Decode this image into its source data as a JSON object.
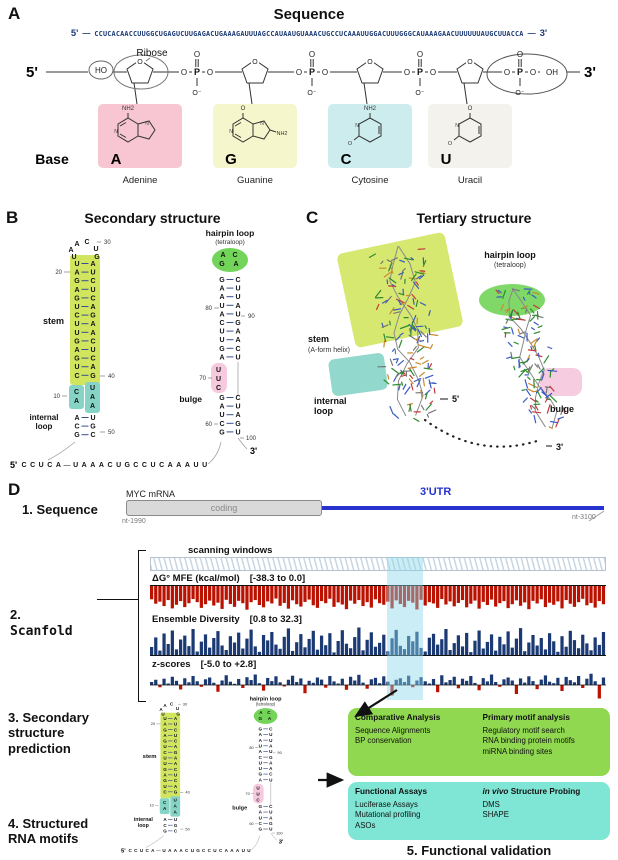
{
  "figure": {
    "panel_labels": {
      "a": "A",
      "b": "B",
      "c": "C",
      "d": "D"
    }
  },
  "panel_a": {
    "title": "Sequence",
    "five_prime": "5'",
    "three_prime": "3'",
    "dash": "—",
    "sequence": "CCUCACAACCUUGGCUGAGUCUUGAGACUGAAAGAUUUAGCCAUAAUGUAAACUGCCUCAAAUUGGACUUUGGGCAUAAAGAACUUUUUUAUGCUUACCA",
    "ribose_label": "Ribose",
    "base_label": "Base",
    "atoms": {
      "o": "O",
      "p": "P",
      "oh": "OH",
      "ho": "HO",
      "o_minus": "O⁻",
      "n": "N"
    },
    "bases": [
      {
        "letter": "A",
        "name": "Adenine",
        "color": "#f7c6d2",
        "type": "purine",
        "decor": {
          "top": "NH2"
        }
      },
      {
        "letter": "G",
        "name": "Guanine",
        "color": "#f6f6cd",
        "type": "purine",
        "decor": {
          "top": "O",
          "side": "NH2"
        }
      },
      {
        "letter": "C",
        "name": "Cytosine",
        "color": "#cdeced",
        "type": "pyrimidine",
        "decor": {
          "top": "NH2",
          "side": "O"
        }
      },
      {
        "letter": "U",
        "name": "Uracil",
        "color": "#f3f2ec",
        "type": "pyrimidine",
        "decor": {
          "top": "O",
          "side": "O"
        }
      }
    ]
  },
  "panel_b": {
    "title": "Secondary structure",
    "labels": {
      "stem": "stem",
      "internal_1": "internal",
      "internal_2": "loop",
      "hairpin": "hairpin loop",
      "tetraloop": "(tetraloop)",
      "bulge": "bulge",
      "five_prime": "5'",
      "three_prime": "3'"
    },
    "numbers": [
      "10",
      "20",
      "30",
      "40",
      "50",
      "60",
      "70",
      "80",
      "90",
      "100"
    ],
    "colors": {
      "stem": "#cde24e",
      "internal": "#86d4c6",
      "hairpin": "#72d458",
      "bulge": "#f6c9de"
    },
    "structure": {
      "left": {
        "apex": [
          "A",
          "C",
          "U",
          "A",
          "G",
          "U"
        ],
        "stem_pairs": [
          [
            "U",
            "A"
          ],
          [
            "A",
            "U"
          ],
          [
            "G",
            "C"
          ],
          [
            "A",
            "U"
          ],
          [
            "G",
            "C"
          ],
          [
            "U",
            "A"
          ],
          [
            "C",
            "G"
          ],
          [
            "U",
            "A"
          ],
          [
            "U",
            "A"
          ],
          [
            "G",
            "C"
          ],
          [
            "A",
            "U"
          ],
          [
            "G",
            "C"
          ],
          [
            "U",
            "A"
          ],
          [
            "C",
            "G"
          ]
        ],
        "internal_left": [
          "C",
          "A"
        ],
        "internal_right": [
          "U",
          "A",
          "A"
        ],
        "lower_pairs": [
          [
            "A",
            "U"
          ],
          [
            "C",
            "G"
          ],
          [
            "G",
            "C"
          ]
        ]
      },
      "right": {
        "loop": [
          "A",
          "C",
          "G",
          "A"
        ],
        "upper_pairs": [
          [
            "G",
            "C"
          ],
          [
            "A",
            "U"
          ],
          [
            "A",
            "U"
          ],
          [
            "U",
            "A"
          ],
          [
            "A",
            "U"
          ],
          [
            "C",
            "G"
          ],
          [
            "U",
            "A"
          ],
          [
            "U",
            "A"
          ],
          [
            "G",
            "C"
          ],
          [
            "A",
            "U"
          ]
        ],
        "bulge": [
          "U",
          "U",
          "C"
        ],
        "lower_pairs": [
          [
            "G",
            "C"
          ],
          [
            "A",
            "U"
          ],
          [
            "U",
            "A"
          ],
          [
            "C",
            "G"
          ],
          [
            "G",
            "U"
          ]
        ]
      },
      "bottom_strand": "CCUCA-UAAACUGCCUCAAAUU"
    }
  },
  "panel_c": {
    "title": "Tertiary structure",
    "labels": {
      "stem": "stem",
      "stem_sub": "(A-form helix)",
      "hairpin": "hairpin loop",
      "tetraloop": "(tetraloop)",
      "internal_1": "internal",
      "internal_2": "loop",
      "bulge": "bulge",
      "five_prime": "5'",
      "three_prime": "3'"
    }
  },
  "panel_d": {
    "step1": "1. Sequence",
    "step2_prefix": "2.",
    "step2_tool": "Scanfold",
    "step3": "3. Secondary\nstructure\nprediction",
    "step4": "4. Structured\nRNA motifs",
    "step5": "5. Functional validation",
    "mrna": {
      "gene_label": "MYC mRNA",
      "coding_label": "coding",
      "utr_label": "3'UTR",
      "nt_start": "nt-1990",
      "nt_end": "nt-3100"
    },
    "scanning_windows_label": "scanning windows",
    "tracks": [
      {
        "name": "mfe",
        "label": "ΔG° MFE (kcal/mol)",
        "range": "[-38.3 to  0.0]",
        "color": "#bb1100",
        "direction": "down",
        "values": [
          55,
          72,
          64,
          81,
          58,
          90,
          76,
          62,
          85,
          70,
          54,
          66,
          88,
          74,
          60,
          79,
          68,
          92,
          57,
          73,
          84,
          61,
          70,
          95,
          66,
          58,
          77,
          86,
          63,
          71,
          52,
          80,
          69,
          91,
          59,
          74,
          83,
          65,
          56,
          78,
          88,
          62,
          70,
          53,
          84,
          67,
          75,
          93,
          60,
          72,
          58,
          81,
          66,
          87,
          55,
          70,
          76,
          64,
          90,
          59,
          73,
          85,
          61,
          68,
          94,
          57,
          79,
          66,
          71,
          88,
          54,
          75,
          63,
          82,
          69,
          58,
          86,
          72,
          60,
          91,
          65,
          77,
          56,
          83,
          70,
          62,
          89,
          74,
          59,
          80,
          67,
          93,
          61,
          71,
          55,
          85,
          68,
          76,
          63,
          90,
          58,
          72,
          84,
          66,
          53,
          78,
          69,
          87,
          62,
          74
        ]
      },
      {
        "name": "ed",
        "label": "Ensemble Diversity",
        "range": "[0.8 to  32.3]",
        "color": "#1b3a74",
        "direction": "up",
        "values": [
          30,
          62,
          18,
          75,
          40,
          85,
          22,
          55,
          68,
          33,
          90,
          15,
          48,
          72,
          28,
          60,
          83,
          35,
          20,
          66,
          45,
          78,
          25,
          58,
          88,
          32,
          14,
          70,
          52,
          80,
          38,
          24,
          64,
          92,
          17,
          46,
          73,
          29,
          57,
          84,
          21,
          68,
          36,
          76,
          12,
          50,
          86,
          41,
          26,
          63,
          95,
          19,
          54,
          79,
          31,
          44,
          71,
          16,
          59,
          87,
          34,
          23,
          67,
          49,
          81,
          27,
          15,
          61,
          74,
          38,
          56,
          90,
          20,
          43,
          69,
          32,
          77,
          13,
          51,
          85,
          25,
          47,
          72,
          18,
          64,
          39,
          82,
          28,
          58,
          93,
          16,
          45,
          70,
          35,
          60,
          22,
          76,
          49,
          14,
          66,
          31,
          84,
          53,
          26,
          71,
          42,
          19,
          62,
          37,
          80
        ]
      },
      {
        "name": "z",
        "label": "z-scores",
        "range": "[-5.0 to +2.8]",
        "color_pos": "#1b3a74",
        "color_neg": "#bb1100",
        "direction": "mid",
        "values": [
          20,
          35,
          -15,
          42,
          10,
          55,
          28,
          -30,
          45,
          18,
          60,
          25,
          -12,
          38,
          50,
          15,
          -45,
          30,
          65,
          22,
          8,
          40,
          -20,
          52,
          33,
          70,
          12,
          -38,
          47,
          26,
          58,
          18,
          -10,
          35,
          62,
          20,
          44,
          -55,
          28,
          15,
          50,
          36,
          -18,
          60,
          24,
          10,
          42,
          -32,
          55,
          30,
          68,
          16,
          -25,
          38,
          48,
          12,
          58,
          22,
          -70,
          35,
          45,
          20,
          62,
          -15,
          30,
          52,
          25,
          10,
          40,
          -48,
          65,
          18,
          33,
          55,
          -22,
          42,
          28,
          60,
          14,
          -35,
          46,
          24,
          70,
          20,
          -12,
          38,
          50,
          30,
          -60,
          44,
          16,
          58,
          26,
          -28,
          36,
          64,
          22,
          12,
          48,
          -40,
          54,
          32,
          18,
          60,
          -20,
          42,
          75,
          25,
          -90,
          50
        ]
      }
    ],
    "boxes": {
      "green": {
        "col1_title": "Comparative Analysis",
        "col1_items": [
          "Sequence Alignments",
          "BP conservation"
        ],
        "col2_title": "Primary motif analysis",
        "col2_items": [
          "Regulatory motif search",
          "RNA binding protein motifs",
          "miRNA binding sites"
        ]
      },
      "cyan": {
        "col1_title": "Functional Assays",
        "col1_items": [
          "Luciferase Assays",
          "Mutational profiling",
          "ASOs"
        ],
        "col2_title_italic": "in vivo",
        "col2_title_rest": " Structure Probing",
        "col2_items": [
          "DMS",
          "SHAPE"
        ]
      }
    }
  }
}
